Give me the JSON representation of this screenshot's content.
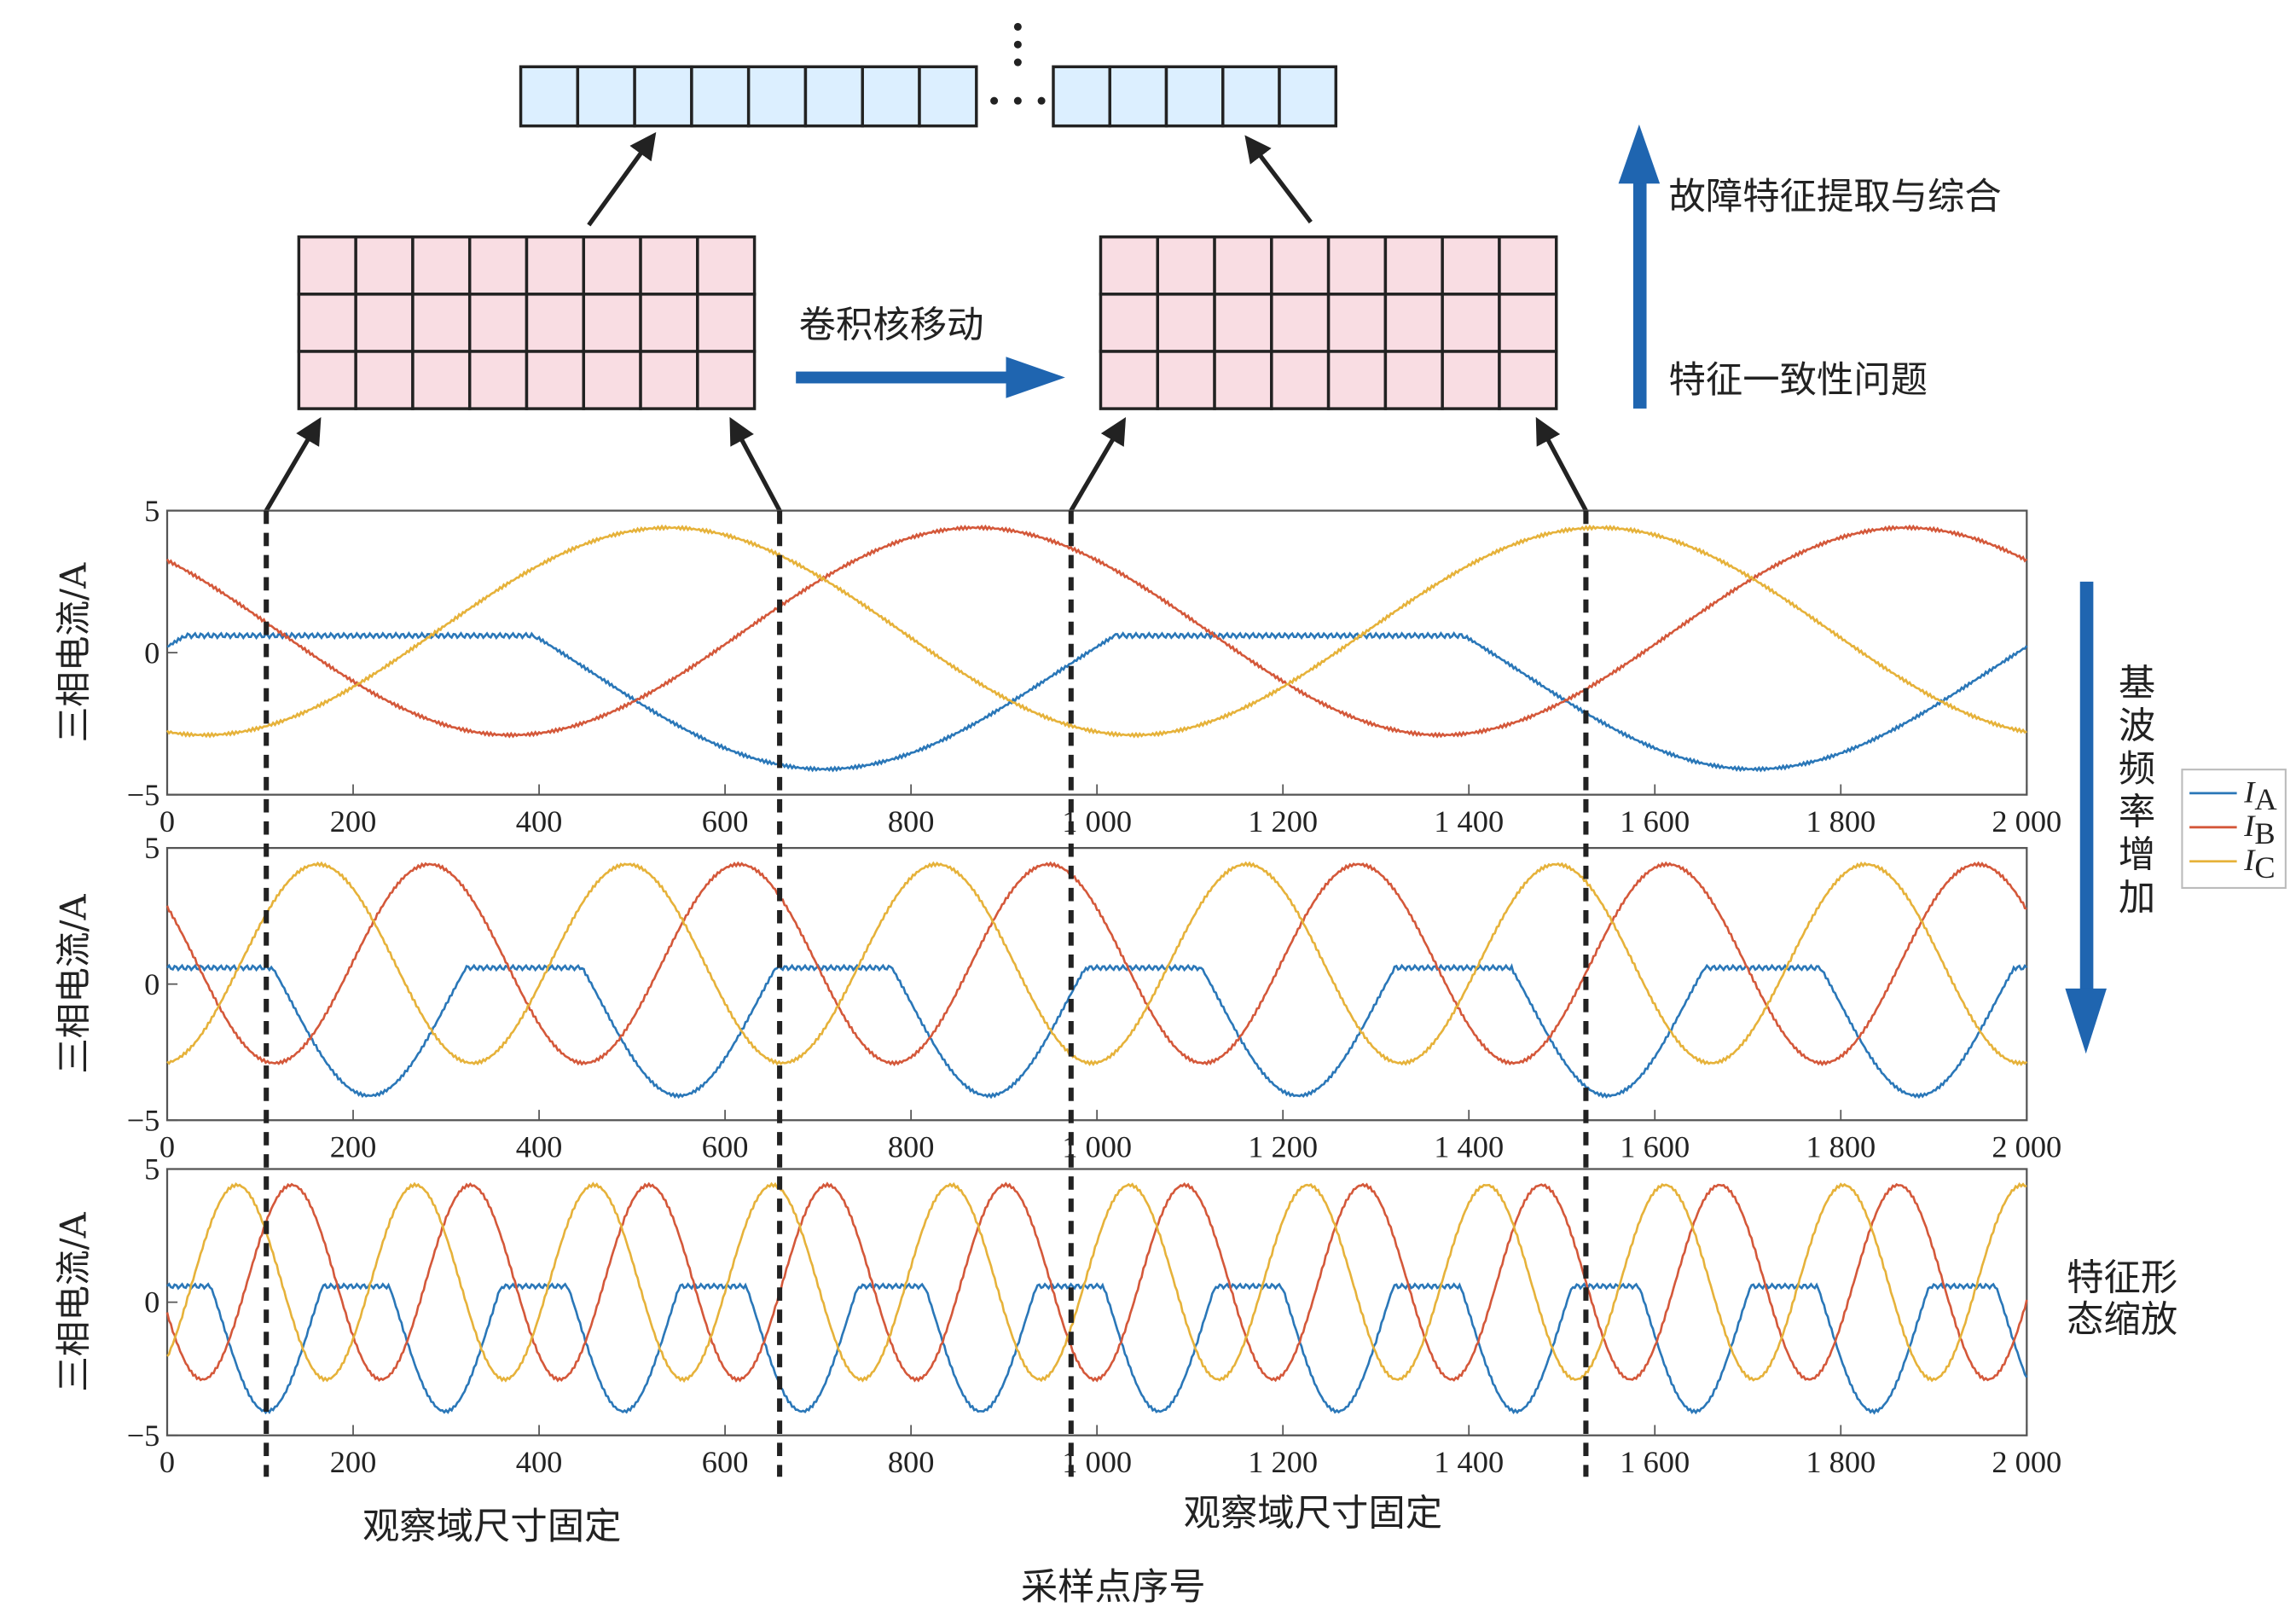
{
  "labels": {
    "move_kernel": "卷积核移动",
    "extract": "故障特征提取与综合",
    "consistency": "特征一致性问题",
    "freq_increase": "基波频率增加",
    "scale_line1": "特征形",
    "scale_line2": "态缩放",
    "fixed_left": "观察域尺寸固定",
    "fixed_right": "观察域尺寸固定",
    "x_axis": "采样点序号"
  },
  "colors": {
    "IA": "#2a77b8",
    "IB": "#d4583a",
    "IC": "#e6b23a",
    "arrow": "#1f65b0",
    "pink": "#f9dde3",
    "lightblue": "#dcefff"
  },
  "legend": [
    {
      "name": "I",
      "sub": "A",
      "key": "IA"
    },
    {
      "name": "I",
      "sub": "B",
      "key": "IB"
    },
    {
      "name": "I",
      "sub": "C",
      "key": "IC"
    }
  ],
  "chart_data": [
    {
      "type": "line",
      "ylabel": "三相电流/A",
      "xlabel": "采样点序号",
      "xlim": [
        0,
        2000
      ],
      "ylim": [
        -5,
        5
      ],
      "xticks": [
        "0",
        "200",
        "400",
        "600",
        "800",
        "1 000",
        "1 200",
        "1 400",
        "1 600",
        "1 800",
        "2 000"
      ],
      "yticks": [
        "5",
        "0",
        "−5"
      ],
      "period_samples": 1000,
      "series": [
        {
          "name": "IA",
          "peak_at": 207,
          "offset": -0.7,
          "amplitude": 3.4,
          "clip_max": 0.6
        },
        {
          "name": "IB",
          "peak_at": 870,
          "offset": 0.75,
          "amplitude": 3.65
        },
        {
          "name": "IC",
          "peak_at": 540,
          "offset": 0.75,
          "amplitude": 3.65
        }
      ]
    },
    {
      "type": "line",
      "ylabel": "三相电流/A",
      "xlabel": "采样点序号",
      "xlim": [
        0,
        2000
      ],
      "ylim": [
        -5,
        5
      ],
      "xticks": [
        "0",
        "200",
        "400",
        "600",
        "800",
        "1 000",
        "1 200",
        "1 400",
        "1 600",
        "1 800",
        "2 000"
      ],
      "yticks": [
        "5",
        "0",
        "−5"
      ],
      "period_samples": 333,
      "series": [
        {
          "name": "IA",
          "peak_at": 51,
          "offset": -0.7,
          "amplitude": 3.4,
          "clip_max": 0.6
        },
        {
          "name": "IB",
          "peak_at": 282,
          "offset": 0.75,
          "amplitude": 3.65
        },
        {
          "name": "IC",
          "peak_at": 162,
          "offset": 0.75,
          "amplitude": 3.65
        }
      ]
    },
    {
      "type": "line",
      "ylabel": "三相电流/A",
      "xlabel": "采样点序号",
      "xlim": [
        0,
        2000
      ],
      "ylim": [
        -5,
        5
      ],
      "xticks": [
        "0",
        "200",
        "400",
        "600",
        "800",
        "1 000",
        "1 200",
        "1 400",
        "1 600",
        "1 800",
        "2 000"
      ],
      "yticks": [
        "5",
        "0",
        "−5"
      ],
      "period_samples": 192,
      "series": [
        {
          "name": "IA",
          "peak_at": 11,
          "offset": -0.7,
          "amplitude": 3.4,
          "clip_max": 0.6
        },
        {
          "name": "IB",
          "peak_at": 134,
          "offset": 0.75,
          "amplitude": 3.65
        },
        {
          "name": "IC",
          "peak_at": 75,
          "offset": 0.75,
          "amplitude": 3.65
        }
      ]
    }
  ]
}
